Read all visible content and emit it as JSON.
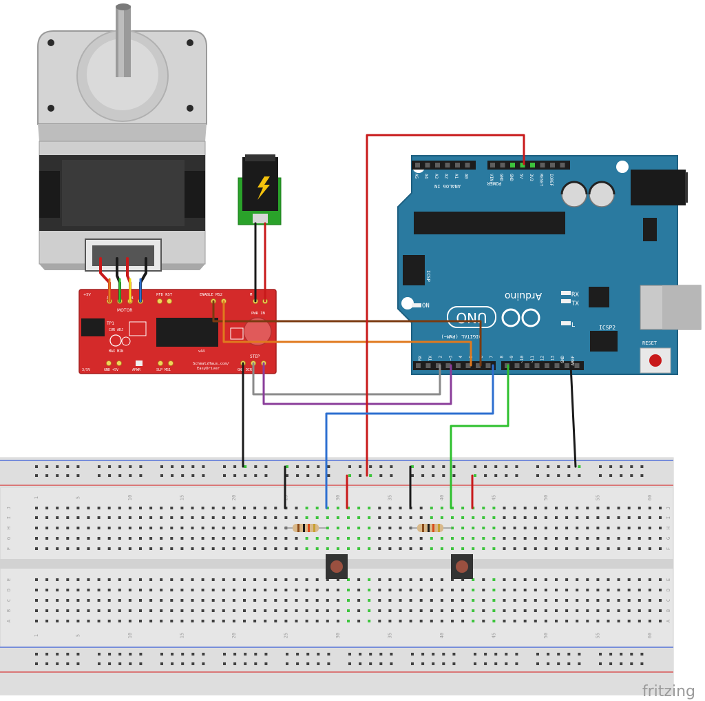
{
  "watermark": "fritzing",
  "motor": {
    "label": "MOTOR"
  },
  "easydriver": {
    "top_labels": [
      "+5V",
      "A",
      "B",
      "PFD",
      "RST",
      "ENABLE",
      "MS2",
      "M",
      "PWR IN"
    ],
    "tp1": "TP1",
    "cur": "CUR",
    "adj": "ADJ",
    "max": "MAX",
    "min": "MIN",
    "version": "v44",
    "brand_line1": "SchmalzHaus.com/",
    "brand_line2": "EasyDriver",
    "step": "STEP",
    "bottom_labels": [
      "3/5V",
      "GND",
      "+5V",
      "APWR",
      "SLP",
      "MS1",
      "GND",
      "DIR"
    ]
  },
  "arduino": {
    "brand": "Arduino",
    "model": "UNO",
    "analog_in": "ANALOG IN",
    "power": "POWER",
    "digital": "DIGITAL (PWM~)",
    "analog_pins": [
      "A5",
      "A4",
      "A3",
      "A2",
      "A1",
      "A0"
    ],
    "power_pins": [
      "VIN",
      "GND",
      "GND",
      "5V",
      "3V3",
      "RESET",
      "IOREF"
    ],
    "digital_pins": [
      "RX",
      "TX",
      "2",
      "~3",
      "4",
      "~5",
      "~6",
      "7",
      "8",
      "~9",
      "~10",
      "~11",
      "12",
      "13",
      "GND",
      "AREF"
    ],
    "icsp": "ICSP",
    "icsp2": "ICSP2",
    "on": "ON",
    "rx": "RX",
    "tx": "TX",
    "l": "L",
    "reset": "RESET"
  },
  "breadboard": {
    "columns": [
      "1",
      "5",
      "10",
      "15",
      "20",
      "25",
      "30",
      "35",
      "40",
      "45",
      "50",
      "55",
      "60"
    ],
    "rows_top": [
      "J",
      "I",
      "H",
      "G",
      "F"
    ],
    "rows_bottom": [
      "E",
      "D",
      "C",
      "B",
      "A"
    ]
  },
  "colors": {
    "wire_red": "#c8191a",
    "wire_black": "#1a1a1a",
    "wire_brown": "#7a3a10",
    "wire_orange": "#e07a1e",
    "wire_gray": "#8a8a8a",
    "wire_purple": "#8a3d9a",
    "wire_blue": "#2d6fd0",
    "wire_green": "#2ec02e",
    "arduino_teal": "#2a7aa0",
    "easydriver_red": "#d42a2a"
  }
}
